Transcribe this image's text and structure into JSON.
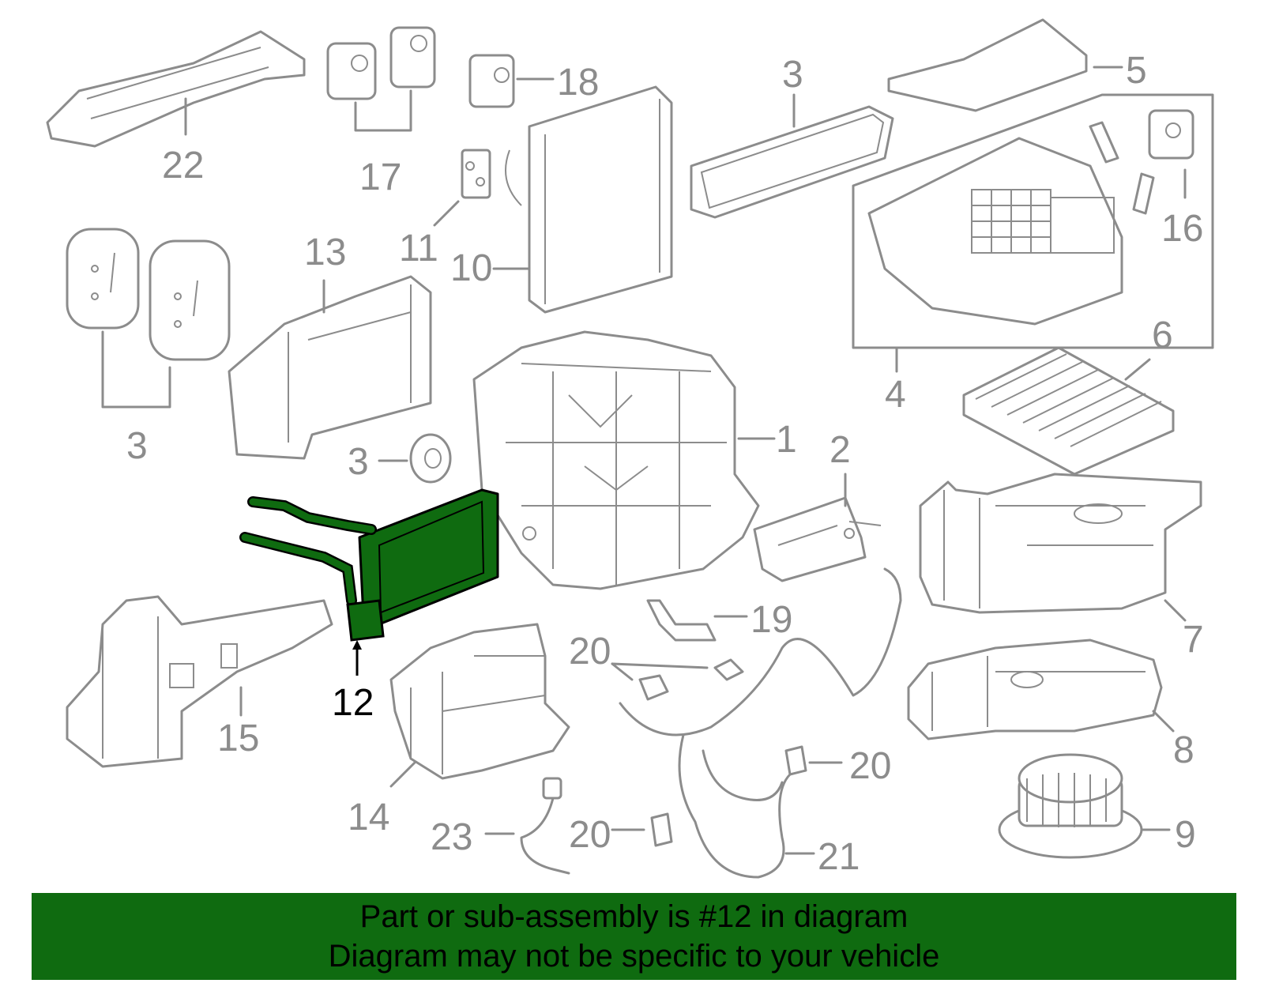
{
  "diagram": {
    "callouts": {
      "c1": "1",
      "c2": "2",
      "c3a": "3",
      "c3b": "3",
      "c3c": "3",
      "c4": "4",
      "c5": "5",
      "c6": "6",
      "c7": "7",
      "c8": "8",
      "c9": "9",
      "c10": "10",
      "c11": "11",
      "c12": "12",
      "c13": "13",
      "c14": "14",
      "c15": "15",
      "c16": "16",
      "c17": "17",
      "c18": "18",
      "c19": "19",
      "c20a": "20",
      "c20b": "20",
      "c20c": "20",
      "c21": "21",
      "c22": "22",
      "c23": "23"
    },
    "highlight_color": "#0f6b10",
    "part_color": "#8c8c8c"
  },
  "banner": {
    "line1": "Part or sub-assembly is #12 in diagram",
    "line2": "Diagram may not be specific to your vehicle"
  }
}
